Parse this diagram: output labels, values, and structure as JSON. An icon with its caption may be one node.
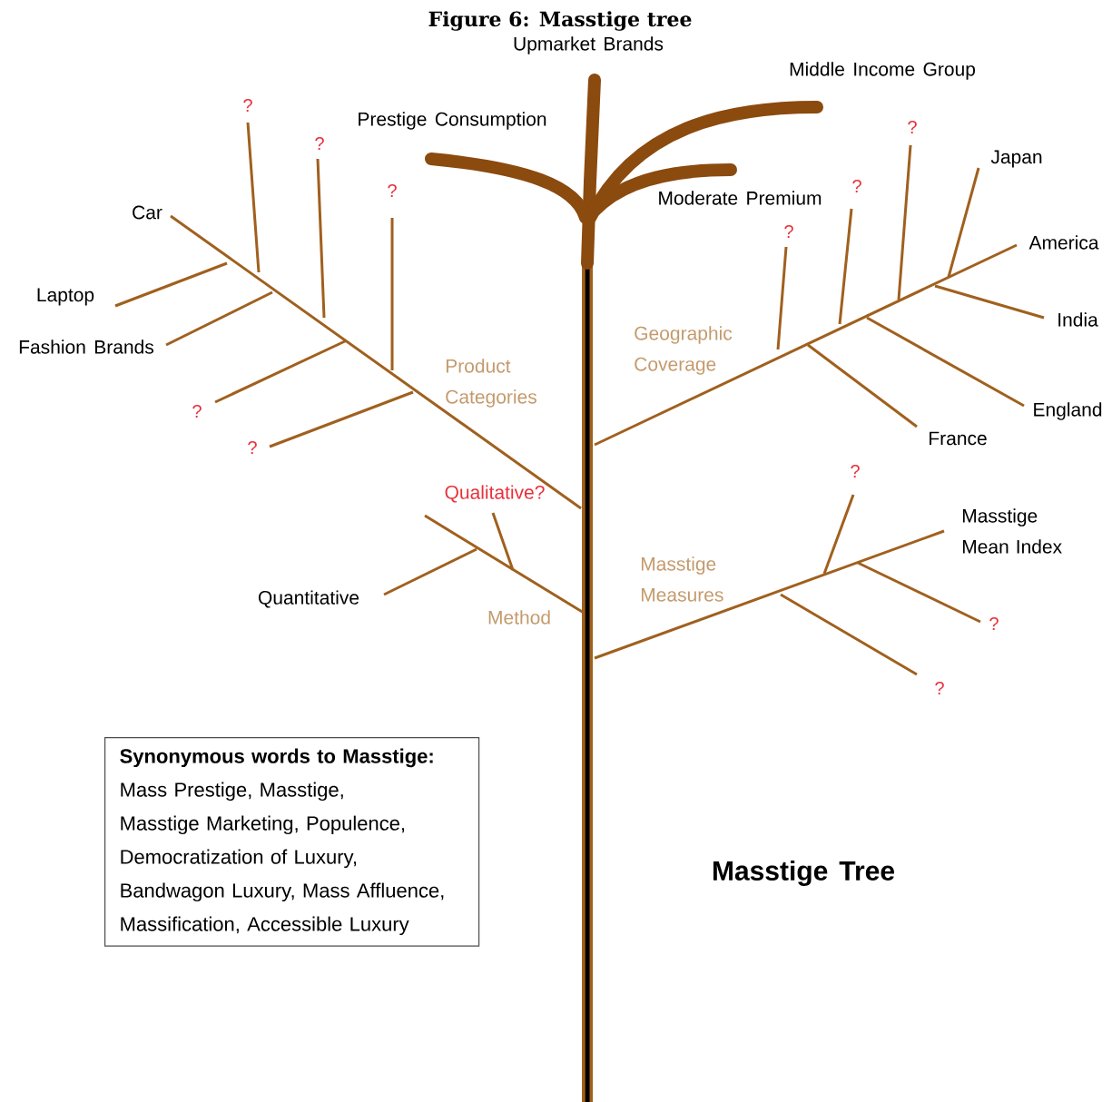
{
  "diagram": {
    "title": "Figure 6: Masstige tree",
    "nodes": [
      {
        "text": [
          "Synonymous words to Masstige:",
          "Mass Prestige, Masstige, Masstige Marketing, Populence, Democratization of Luxury, Bandwagon Luxury, Mass Affluence, Massification, Accessible Luxury"
        ]
      }
    ],
    "labels": [
      "Upmarket Brands",
      "Middle Income Group",
      "?",
      "Prestige Consumption",
      "?",
      "?",
      "Japan",
      "?",
      "Car",
      "?",
      "Moderate Premium",
      "?",
      "America",
      "Laptop",
      "India",
      "Geographic Coverage",
      "Fashion Brands",
      "Product Categories",
      "?",
      "England",
      "France",
      "?",
      "?",
      "Qualitative?",
      "Masstige Mean Index",
      "Masstige Measures",
      "Quantitative",
      "Method",
      "?",
      "?",
      "Masstige Tree"
    ]
  }
}
